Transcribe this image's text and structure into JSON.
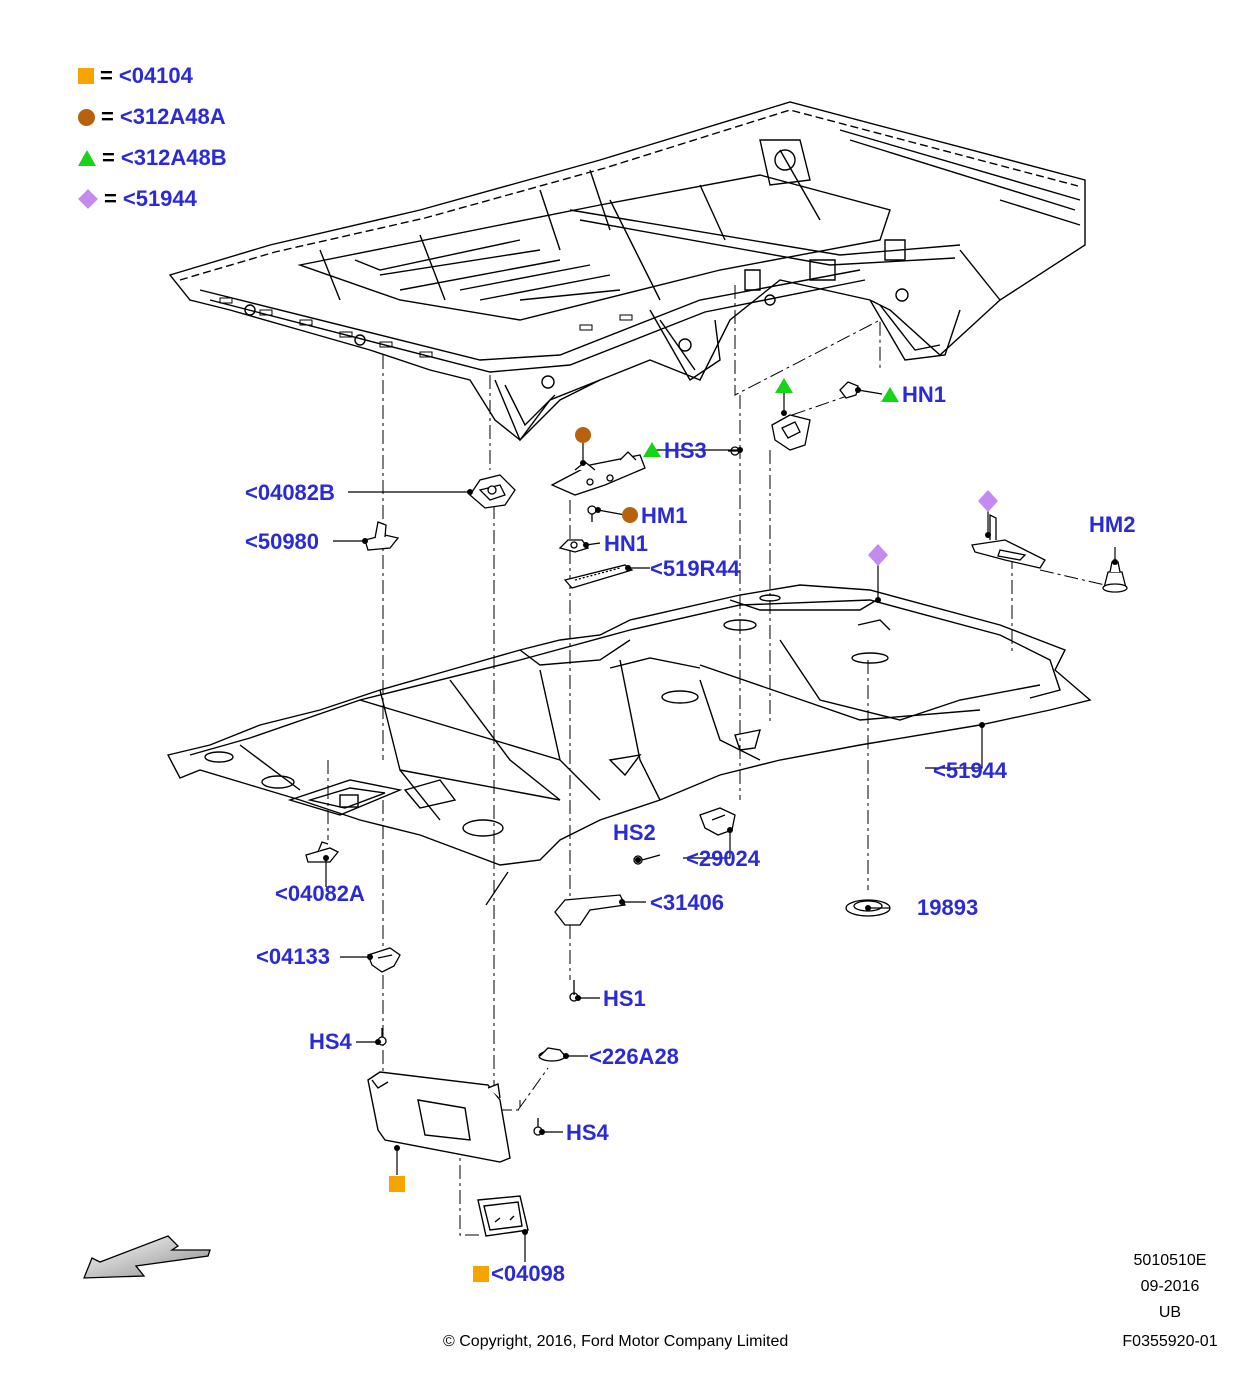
{
  "legend": [
    {
      "shape": "square",
      "color": "#f7a400",
      "code": "<04104"
    },
    {
      "shape": "circle",
      "color": "#b8620e",
      "code": "<312A48A"
    },
    {
      "shape": "triangle",
      "color": "#16d416",
      "code": "<312A48B"
    },
    {
      "shape": "diamond",
      "color": "#c48af0",
      "code": "<51944"
    }
  ],
  "equals_sign": "=",
  "labels": {
    "c04082B": "<04082B",
    "c50980": "<50980",
    "hs3": "HS3",
    "hm1": "HM1",
    "hn1_upper": "HN1",
    "hn1_lower": "HN1",
    "c519R44": "<519R44",
    "hm2": "HM2",
    "c51944": "<51944",
    "hs2": "HS2",
    "c29024": "<29024",
    "c31406": "<31406",
    "c19893": "19893",
    "c04082A": "<04082A",
    "c04133": "<04133",
    "hs1": "HS1",
    "hs4_left": "HS4",
    "c226A28": "<226A28",
    "hs4_right": "HS4",
    "c04098": "<04098"
  },
  "meta": {
    "code": "5010510E",
    "date": "09-2016",
    "region": "UB",
    "figure": "F0355920-01"
  },
  "copyright": "© Copyright, 2016, Ford Motor Company Limited",
  "colors": {
    "label": "#2a2ad6",
    "line": "#000000"
  }
}
